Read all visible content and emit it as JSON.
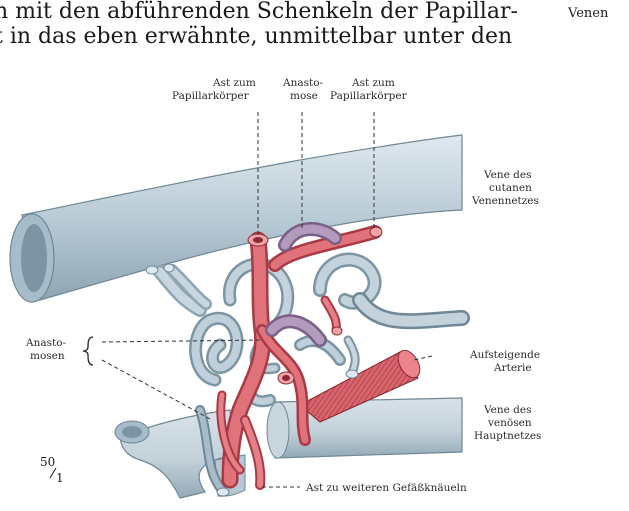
{
  "text": {
    "line1": "n mit den abführenden Schenkeln der Papillar-",
    "line2": "t in das eben erwähnte, unmittelbar unter den"
  },
  "margin_note": "Venen",
  "figure": {
    "labels": {
      "ast_zum_papillarkoerper_left_1": "Ast zum",
      "ast_zum_papillarkoerper_left_2": "Papillarkörper",
      "anastomose_1": "Anasto-",
      "anastomose_2": "mose",
      "ast_zum_papillarkoerper_right_1": "Ast zum",
      "ast_zum_papillarkoerper_right_2": "Papillarkörper",
      "vene_cutan_1": "Vene des",
      "vene_cutan_2": "cutanen",
      "vene_cutan_3": "Venennetzes",
      "anastomosen_1": "Anasto-",
      "anastomosen_2": "mosen",
      "aufsteigende_arterie_1": "Aufsteigende",
      "aufsteigende_arterie_2": "Arterie",
      "vene_venoes_1": "Vene des",
      "vene_venoes_2": "venösen",
      "vene_venoes_3": "Hauptnetzes",
      "ast_weitere": "Ast zu weiteren Gefäßknäueln"
    },
    "figure_number_top": "50",
    "figure_number_bottom": "1"
  },
  "colors": {
    "vein_blue": "#b9cbd6",
    "vein_dark": "#7e97a7",
    "artery_red": "#e0737a",
    "artery_dark": "#a93a45",
    "anastomosis_purple": "#a88fb0"
  }
}
